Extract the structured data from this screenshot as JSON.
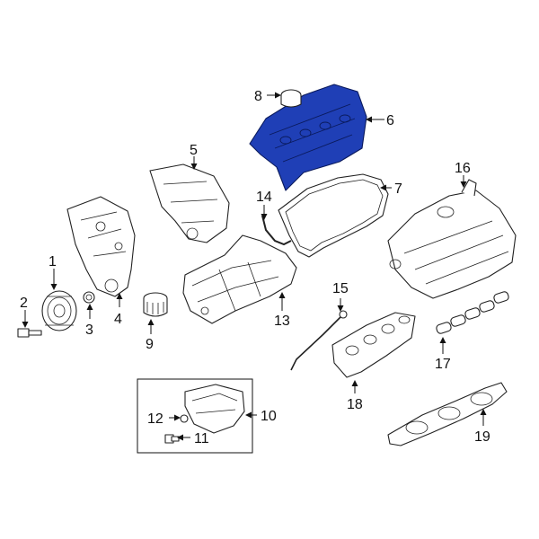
{
  "callouts": [
    {
      "id": "1",
      "text": "1"
    },
    {
      "id": "2",
      "text": "2"
    },
    {
      "id": "3",
      "text": "3"
    },
    {
      "id": "4",
      "text": "4"
    },
    {
      "id": "5",
      "text": "5"
    },
    {
      "id": "6",
      "text": "6"
    },
    {
      "id": "7",
      "text": "7"
    },
    {
      "id": "8",
      "text": "8"
    },
    {
      "id": "9",
      "text": "9"
    },
    {
      "id": "10",
      "text": "10"
    },
    {
      "id": "11",
      "text": "11"
    },
    {
      "id": "12",
      "text": "12"
    },
    {
      "id": "13",
      "text": "13"
    },
    {
      "id": "14",
      "text": "14"
    },
    {
      "id": "15",
      "text": "15"
    },
    {
      "id": "16",
      "text": "16"
    },
    {
      "id": "17",
      "text": "17"
    },
    {
      "id": "18",
      "text": "18"
    },
    {
      "id": "19",
      "text": "19"
    }
  ],
  "colors": {
    "highlight": "#1f3fb6",
    "line": "#222222",
    "background": "#ffffff"
  }
}
